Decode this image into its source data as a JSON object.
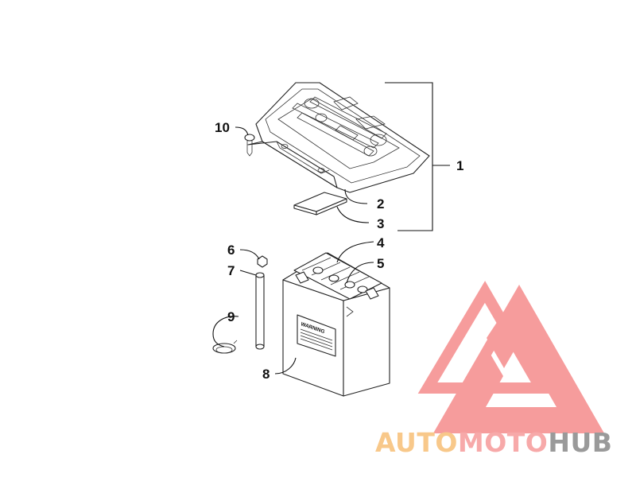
{
  "callouts": [
    {
      "id": "1",
      "label": "1"
    },
    {
      "id": "2",
      "label": "2"
    },
    {
      "id": "3",
      "label": "3"
    },
    {
      "id": "4",
      "label": "4"
    },
    {
      "id": "5",
      "label": "5"
    },
    {
      "id": "6",
      "label": "6"
    },
    {
      "id": "7",
      "label": "7"
    },
    {
      "id": "8",
      "label": "8"
    },
    {
      "id": "9",
      "label": "9"
    },
    {
      "id": "10",
      "label": "10"
    }
  ],
  "battery": {
    "warning_label": "WARNING"
  },
  "watermark": {
    "part1": "AUTO",
    "part2": "MOTO",
    "part3": "HUB",
    "colors": {
      "auto": "#f8c88a",
      "moto": "#f7b3b3",
      "hub": "#9a9a9a",
      "triangle": "#f47c7c"
    }
  }
}
